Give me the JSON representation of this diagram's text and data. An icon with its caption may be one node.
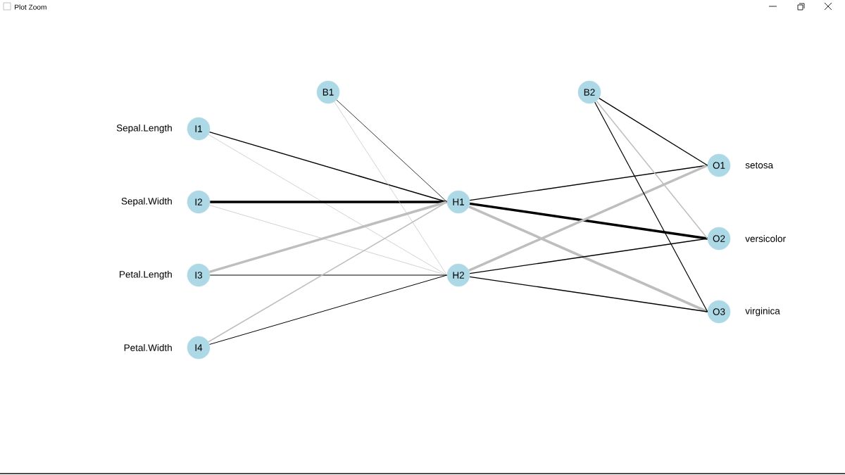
{
  "diagram": {
    "title": "Plot Zoom",
    "nodes": [
      {
        "text": [
          "I1"
        ],
        "beside": [
          "Sepal.Length"
        ]
      },
      {
        "text": [
          "I2"
        ],
        "beside": [
          "Sepal.Width"
        ]
      },
      {
        "text": [
          "I3"
        ],
        "beside": [
          "Petal.Length"
        ]
      },
      {
        "text": [
          "I4"
        ],
        "beside": [
          "Petal.Width"
        ]
      },
      {
        "text": [
          "B1"
        ]
      },
      {
        "text": [
          "H1"
        ]
      },
      {
        "text": [
          "H2"
        ]
      },
      {
        "text": [
          "B2"
        ]
      },
      {
        "text": [
          "O1"
        ],
        "beside": [
          "setosa"
        ]
      },
      {
        "text": [
          "O2"
        ],
        "beside": [
          "versicolor"
        ]
      },
      {
        "text": [
          "O3"
        ],
        "beside": [
          "virginica"
        ]
      }
    ],
    "edges": [
      {
        "from": 0,
        "to": 5,
        "arrow": "none"
      },
      {
        "from": 0,
        "to": 6,
        "arrow": "none",
        "color": "#bebebe"
      },
      {
        "from": 1,
        "to": 5,
        "arrow": "none",
        "style": "thick"
      },
      {
        "from": 1,
        "to": 6,
        "arrow": "none",
        "color": "#bebebe"
      },
      {
        "from": 2,
        "to": 5,
        "arrow": "none",
        "style": "thick",
        "color": "#bebebe"
      },
      {
        "from": 2,
        "to": 6,
        "arrow": "none"
      },
      {
        "from": 3,
        "to": 5,
        "arrow": "none",
        "color": "#bebebe"
      },
      {
        "from": 3,
        "to": 6,
        "arrow": "none"
      },
      {
        "from": 4,
        "to": 5,
        "arrow": "none"
      },
      {
        "from": 4,
        "to": 6,
        "arrow": "none",
        "color": "#bebebe"
      },
      {
        "from": 5,
        "to": 8,
        "arrow": "none"
      },
      {
        "from": 5,
        "to": 9,
        "arrow": "none",
        "style": "thick"
      },
      {
        "from": 5,
        "to": 10,
        "arrow": "none",
        "style": "thick",
        "color": "#bebebe"
      },
      {
        "from": 6,
        "to": 8,
        "arrow": "none",
        "style": "thick",
        "color": "#bebebe"
      },
      {
        "from": 6,
        "to": 9,
        "arrow": "none"
      },
      {
        "from": 6,
        "to": 10,
        "arrow": "none"
      },
      {
        "from": 7,
        "to": 8,
        "arrow": "none"
      },
      {
        "from": 7,
        "to": 9,
        "arrow": "none",
        "color": "#bebebe"
      },
      {
        "from": 7,
        "to": 10,
        "arrow": "none"
      }
    ]
  }
}
